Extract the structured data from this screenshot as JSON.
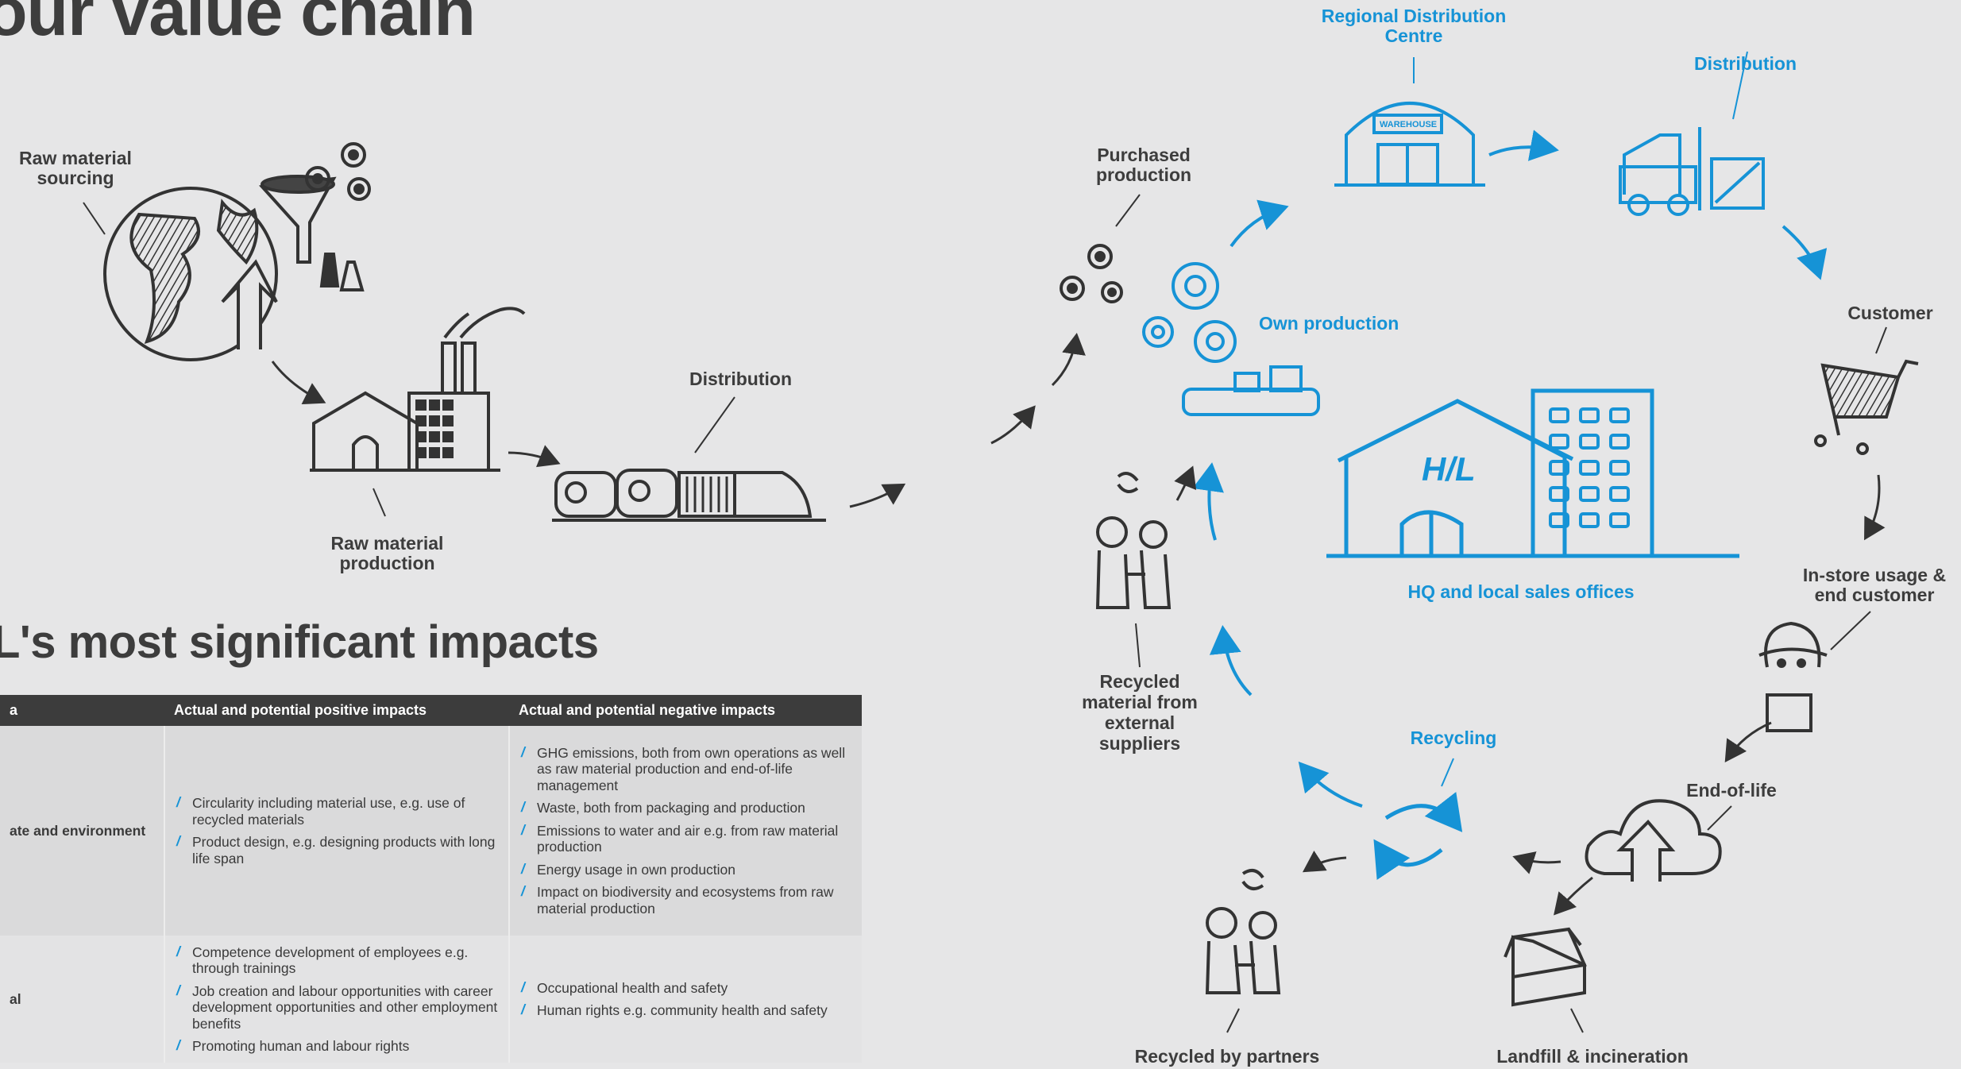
{
  "titles": {
    "value_chain": "our value chain",
    "impacts": "L's most significant impacts"
  },
  "left_chain": {
    "raw_material_sourcing": "Raw material sourcing",
    "raw_material_production": "Raw material production",
    "distribution": "Distribution"
  },
  "right_chain": {
    "purchased_production": "Purchased production",
    "own_production": "Own production",
    "regional_distribution_centre": "Regional Distribution Centre",
    "distribution": "Distribution",
    "customer": "Customer",
    "in_store_usage": "In-store usage & end customer",
    "end_of_life": "End-of-life",
    "landfill": "Landfill & incineration",
    "recycled_by_partners": "Recycled by partners",
    "recycling": "Recycling",
    "recycled_material": "Recycled material from external suppliers",
    "hq": "HQ and local sales offices",
    "hq_logo": "H/L",
    "warehouse_sign": "WAREHOUSE"
  },
  "table": {
    "headers": [
      "a",
      "Actual and potential positive impacts",
      "Actual and potential negative impacts"
    ],
    "rows": [
      {
        "area": "ate and environment",
        "positive": [
          "Circularity including material use, e.g. use of recycled materials",
          "Product design, e.g. designing products with long life span"
        ],
        "negative": [
          "GHG emissions, both from own operations as well as raw material production and end-of-life management",
          "Waste, both from packaging and production",
          "Emissions to water and air e.g. from raw material production",
          "Energy usage in own production",
          "Impact on biodiversity and ecosystems from raw material production"
        ]
      },
      {
        "area": "al",
        "positive": [
          "Competence development of employees e.g. through trainings",
          "Job creation and labour opportunities with career development opportunities and other employment benefits",
          "Promoting human and labour rights"
        ],
        "negative": [
          "Occupational health and safety",
          "Human rights e.g. community health and safety"
        ]
      }
    ]
  },
  "colors": {
    "accent": "#1693d6",
    "ink": "#3d3d3d",
    "background": "#e6e6e7"
  }
}
